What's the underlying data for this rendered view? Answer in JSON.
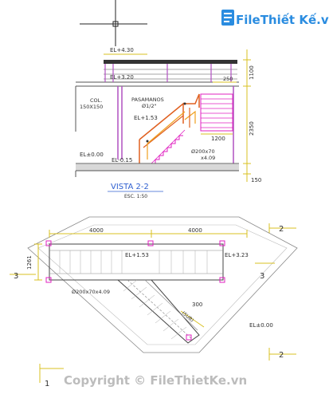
{
  "watermark": {
    "brand": "FileThiết Kế.vn",
    "copyright": "Copyright © FileThietKe.vn"
  },
  "elevation": {
    "title": "VISTA 2-2",
    "scale": "ESC. 1:50",
    "levels": {
      "top": "EL+4.30",
      "middle": "EL+3.20",
      "landing": "EL+1.53",
      "ground": "EL±0.00",
      "foundation": "EL-0.15"
    },
    "labels": {
      "column": "COL.",
      "column_size": "150X150",
      "handrail": "PASAMANOS",
      "handrail_size": "Ø1/2\"",
      "pipe": "Ø200x70",
      "pipe_length": "x4.09"
    },
    "dims": {
      "d1100": "1100",
      "d250": "250",
      "d2350": "2350",
      "d1200": "1200",
      "d150": "150"
    }
  },
  "plan": {
    "dims": {
      "left": "4000",
      "right": "4000",
      "side": "1261",
      "d300": "300"
    },
    "levels": {
      "landing": "EL+1.53",
      "top": "EL+3.23",
      "ground": "EL±0.00"
    },
    "labels": {
      "pipe": "Ø200x70x4.09",
      "up": "(SUB)"
    },
    "axes": {
      "a2_top": "2",
      "a3_left": "3",
      "a3_right": "3",
      "a2_bottom": "2",
      "a1": "1"
    }
  },
  "colors": {
    "structure": "#5a5a5a",
    "rail": "#e03030",
    "purple": "#b050c0",
    "magenta": "#e020c0",
    "dimension": "#d8c020",
    "text": "#303030",
    "title": "#3060d0",
    "accent_blue": "#2a8ce0"
  }
}
